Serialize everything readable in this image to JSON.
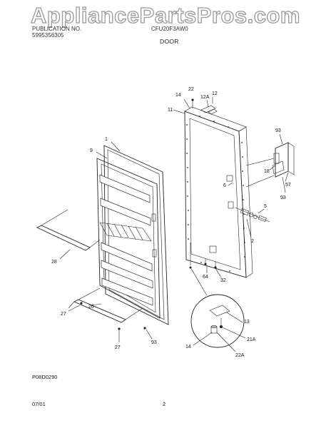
{
  "watermark": {
    "text": "AppliancePartsPros.com"
  },
  "header": {
    "line1_left": "PUBLICATION NO.",
    "line2_left": "5995356305",
    "line1_right": "CFU20F3AW0",
    "section_title": "DOOR"
  },
  "callouts": {
    "c1": "1",
    "c2": "2",
    "c5": "5",
    "c6": "6",
    "c9": "9",
    "c11": "11",
    "c12": "12",
    "c12a": "12A",
    "c13": "13",
    "c14": "14",
    "c14b": "14",
    "c18": "18",
    "c21a": "21A",
    "c22": "22",
    "c22a": "22A",
    "c26": "26",
    "c27": "27",
    "c27b": "27",
    "c28": "28",
    "c32": "32",
    "c57": "57",
    "c64": "64",
    "c93a": "93",
    "c93b": "93",
    "c93c": "93"
  },
  "figure_code": "P08D0290",
  "footer": {
    "date": "07/01",
    "page": "2"
  }
}
